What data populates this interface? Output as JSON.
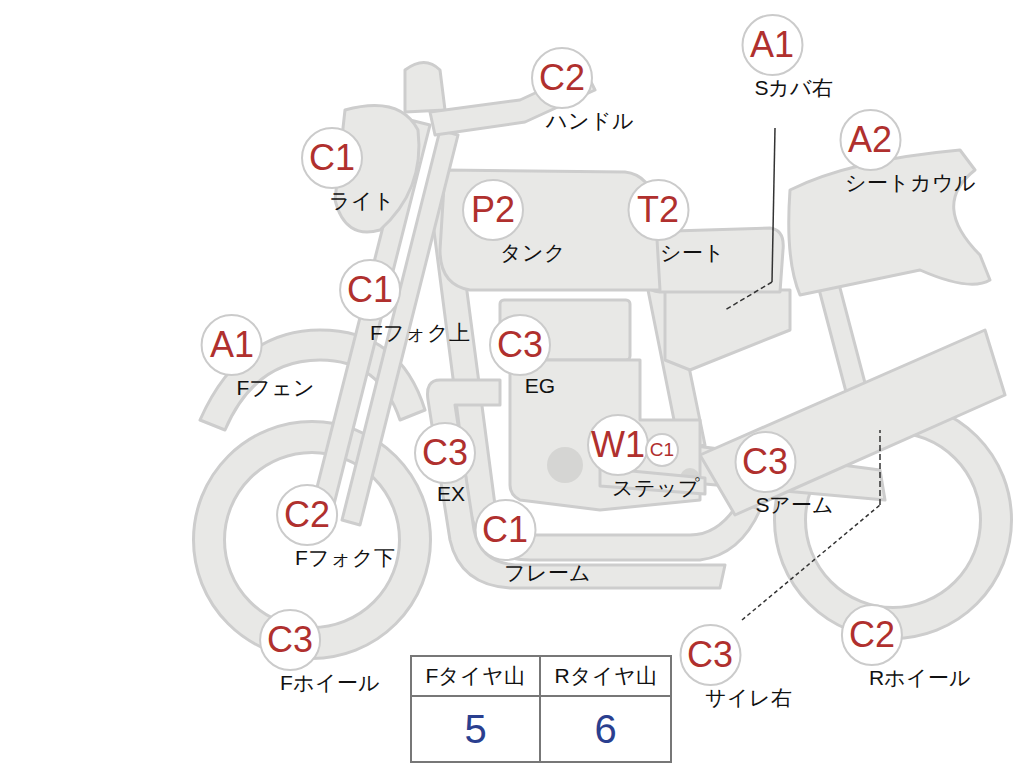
{
  "diagram": {
    "nodes": [
      {
        "text": [
          "A1",
          "Sカバ右"
        ]
      },
      {
        "text": [
          "C2",
          "ハンドル"
        ]
      },
      {
        "text": [
          "A2",
          "シートカウル"
        ]
      },
      {
        "text": [
          "C1",
          "ライト"
        ]
      },
      {
        "text": [
          "P2",
          "タンク"
        ]
      },
      {
        "text": [
          "T2",
          "シート"
        ]
      },
      {
        "text": [
          "C1",
          "Fフォク上"
        ]
      },
      {
        "text": [
          "A1",
          "Fフェン"
        ]
      },
      {
        "text": [
          "C3",
          "EG"
        ]
      },
      {
        "text": [
          "C3",
          "EX"
        ]
      },
      {
        "text": [
          "W1",
          "ステップ"
        ]
      },
      {
        "text": [
          "C1"
        ]
      },
      {
        "text": [
          "C3",
          "Sアーム"
        ]
      },
      {
        "text": [
          "C2",
          "Fフォク下"
        ]
      },
      {
        "text": [
          "C1",
          "フレーム"
        ]
      },
      {
        "text": [
          "C3",
          "Fホイール"
        ]
      },
      {
        "text": [
          "C2",
          "Rホイール"
        ]
      },
      {
        "text": [
          "C3",
          "サイレ右"
        ]
      }
    ],
    "labels": [
      "Fタイヤ山",
      "Rタイヤ山",
      "5",
      "6"
    ]
  }
}
